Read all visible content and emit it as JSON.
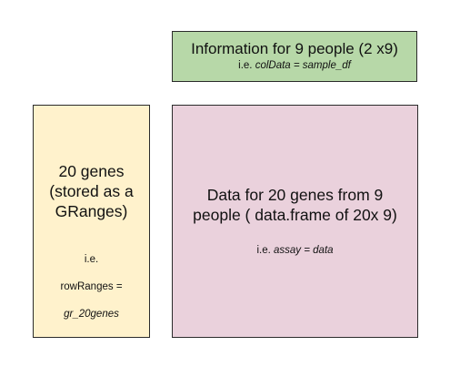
{
  "coldata_box": {
    "title": "Information for 9 people (2 x9)",
    "note_prefix": "i.e. ",
    "note_code": "colData = sample_df",
    "fill_color": "#b7d8a8"
  },
  "rowranges_box": {
    "title": "20 genes\n(stored as a\nGRanges)",
    "note_line1": "i.e.",
    "note_line2": "rowRanges =",
    "note_code": "gr_20genes",
    "fill_color": "#fff2cc"
  },
  "assay_box": {
    "title": "Data for 20 genes from 9\npeople ( data.frame of 20x 9)",
    "note_prefix": "i.e. ",
    "note_code": "assay = data",
    "fill_color": "#ead1dc"
  }
}
